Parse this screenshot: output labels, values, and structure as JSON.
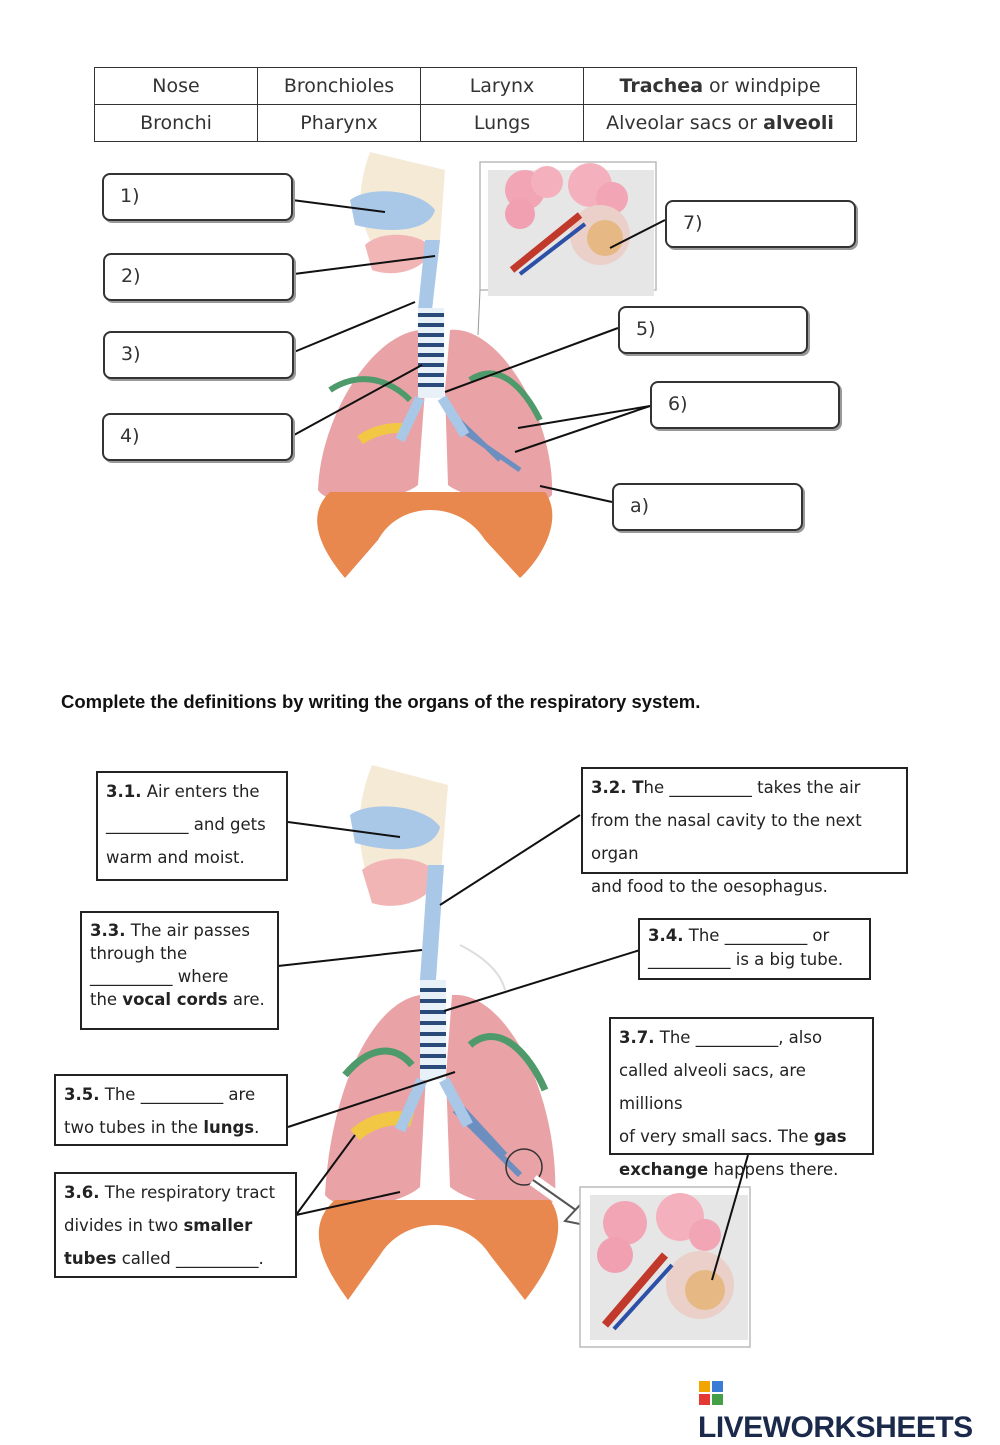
{
  "word_bank": [
    [
      "Nose",
      "Bronchioles",
      "Larynx",
      [
        "Trachea",
        " or windpipe"
      ]
    ],
    [
      "Bronchi",
      "Pharynx",
      "Lungs",
      [
        "Alveolar sacs or ",
        "alveoli"
      ]
    ]
  ],
  "answer_labels": {
    "a1": "1)",
    "a2": "2)",
    "a3": "3)",
    "a4": "4)",
    "a5": "5)",
    "a6": "6)",
    "a7": "7)",
    "aa": "a)"
  },
  "instruction": "Complete the definitions by writing the organs of the respiratory system.",
  "definitions": {
    "d31": {
      "num": "3.1.",
      "t1": " Air enters the",
      "blank": "__________",
      "t2": " and gets",
      "t3": "warm and moist."
    },
    "d32": {
      "num": "3.2. T",
      "t1": "he ",
      "blank": "__________",
      "t2": " takes the air",
      "t3": "from the nasal cavity to the next organ",
      "t4": "and food to the oesophagus."
    },
    "d33": {
      "num": "3.3.",
      "t1": " The air passes",
      "t2": "through the",
      "blank": "__________",
      "t3": " where",
      "t4": "the ",
      "bold": "vocal cords",
      "t5": " are."
    },
    "d34": {
      "num": "3.4.",
      "t1": " The ",
      "blank1": "__________",
      "t2": " or",
      "blank2": "__________",
      "t3": " is a big tube."
    },
    "d35": {
      "num": "3.5.",
      "t1": " The ",
      "blank": "__________",
      "t2": " are",
      "t3": "two tubes in the ",
      "bold": "lungs",
      "t4": "."
    },
    "d36": {
      "num": "3.6.",
      "t1": " The respiratory tract",
      "t2": "divides in two ",
      "bold1": "smaller",
      "bold2": "tubes",
      "t3": " called ",
      "blank": "__________",
      "t4": "."
    },
    "d37": {
      "num": "3.7.",
      "t1": " The ",
      "blank": "__________",
      "t2": ", also",
      "t3": "called alveoli sacs, are millions",
      "t4": "of very small sacs. The ",
      "bold1": "gas",
      "bold2": "exchange",
      "t5": " happens there."
    }
  },
  "brand": "LIVEWORKSHEETS",
  "colors": {
    "lung": "#e9a3a6",
    "airway": "#a9c8e8",
    "bronchi": "#6d8fc0",
    "green_vessel": "#4f9a6b",
    "yellow": "#f2c744",
    "diaphragm": "#e8884e"
  }
}
